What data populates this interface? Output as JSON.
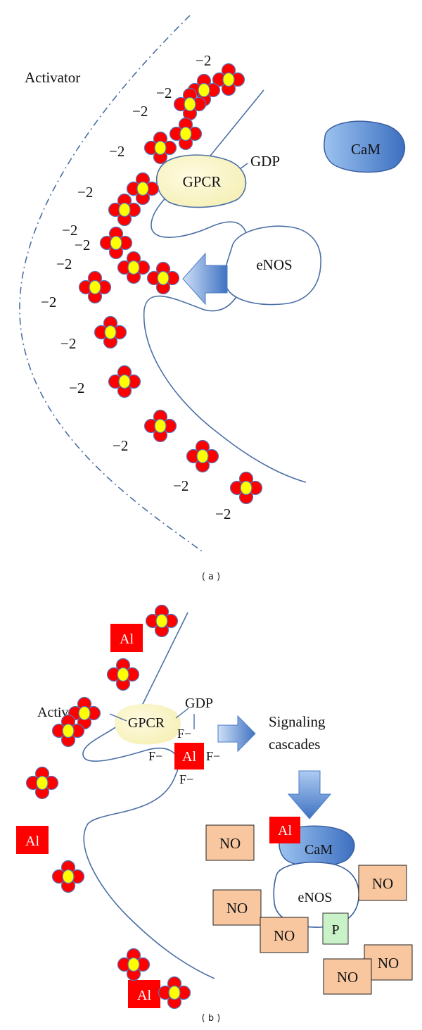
{
  "colors": {
    "membrane": "#4a6fa5",
    "phosphate_outer": "#ff0000",
    "phosphate_core": "#ffff00",
    "molecule_outline": "#5577bb",
    "gpcr_fill": "#fbf6c4",
    "arrow": "#4a7cc8",
    "al_box": "#ff0000",
    "no_box": "#f8c7a0",
    "p_box": "#c9f2c9",
    "cam_fill": "#5b8fd6"
  },
  "panel_a": {
    "caption": "( a )",
    "activator": "Activator",
    "gdp": "GDP",
    "gpcr": "GPCR",
    "enos": "eNOS",
    "cam": "CaM",
    "charge": "−2"
  },
  "panel_b": {
    "caption": "( b )",
    "activator": "Activator",
    "gdp": "GDP",
    "gpcr": "GPCR",
    "al": "Al",
    "fluoride": "F−",
    "signaling": "Signaling",
    "cascades": "cascades",
    "cam": "CaM",
    "enos": "eNOS",
    "no": "NO",
    "p": "P"
  }
}
